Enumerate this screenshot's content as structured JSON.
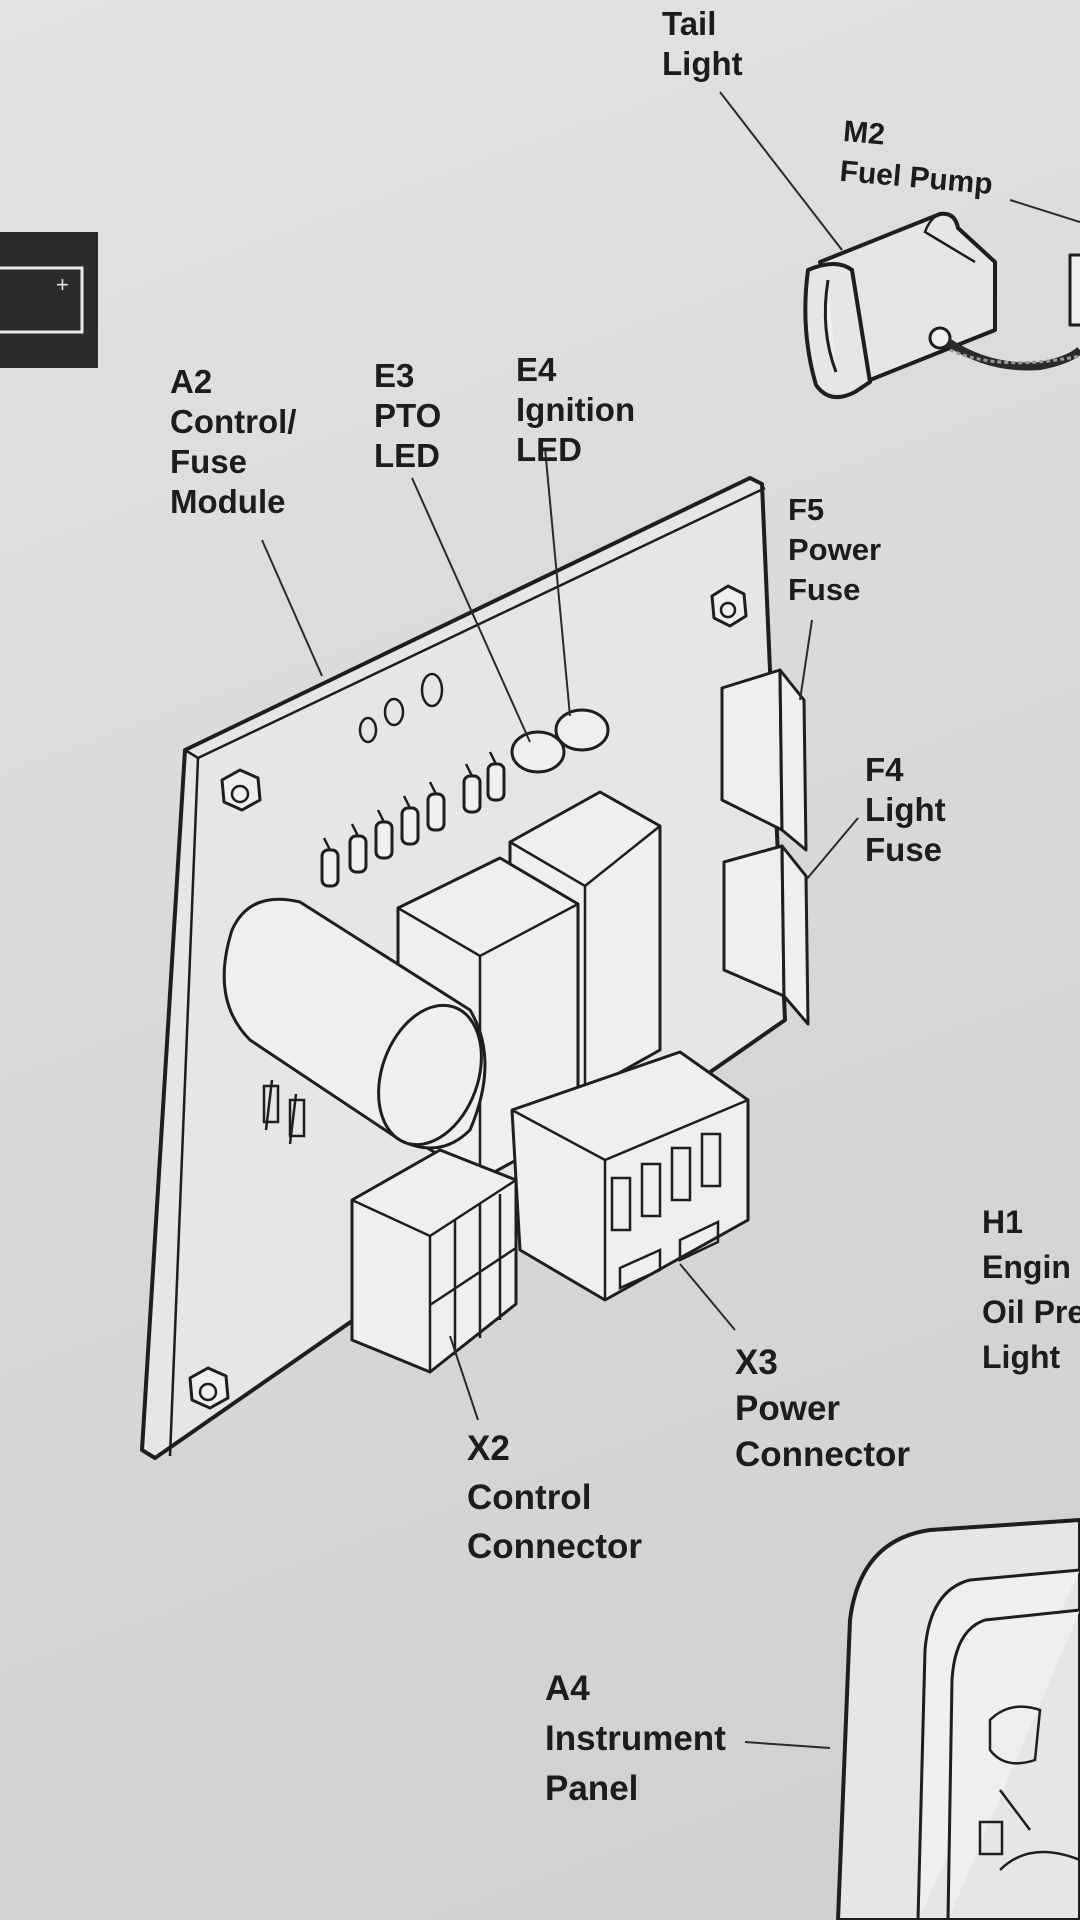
{
  "labels": {
    "tail_light": [
      "Tail",
      "Light"
    ],
    "m2": [
      "M2",
      "Fuel Pump"
    ],
    "a2": [
      "A2",
      "Control/",
      "Fuse",
      "Module"
    ],
    "e3": [
      "E3",
      "PTO",
      "LED"
    ],
    "e4": [
      "E4",
      "Ignition",
      "LED"
    ],
    "f5": [
      "F5",
      "Power",
      "Fuse"
    ],
    "f4": [
      "F4",
      "Light",
      "Fuse"
    ],
    "h1": [
      "H1",
      "Engin",
      "Oil Pre",
      "Light"
    ],
    "x3": [
      "X3",
      "Power",
      "Connector"
    ],
    "x2": [
      "X2",
      "Control",
      "Connector"
    ],
    "a4": [
      "A4",
      "Instrument",
      "Panel"
    ]
  },
  "battery_icon": {
    "symbol": "+",
    "icon": "battery-icon"
  }
}
